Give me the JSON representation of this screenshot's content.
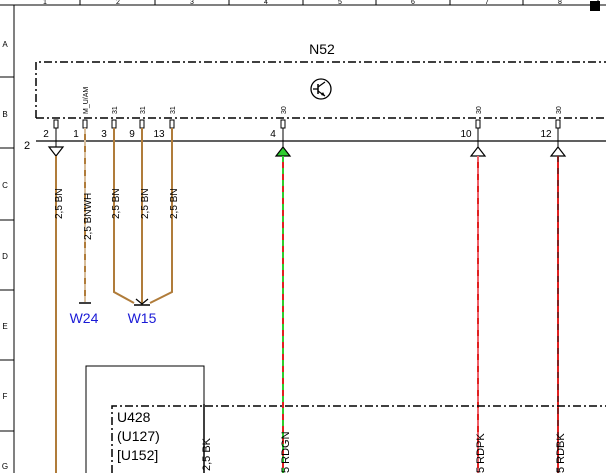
{
  "ruler_top": [
    "1",
    "2",
    "3",
    "4",
    "5",
    "6",
    "7",
    "8"
  ],
  "ruler_left": [
    "A",
    "B",
    "C",
    "D",
    "E",
    "F",
    "G"
  ],
  "component": {
    "name": "N52",
    "row_pin": "2"
  },
  "upper_labels": [
    "M_U/AM",
    "31",
    "31",
    "31",
    "30",
    "30",
    "30"
  ],
  "pins": [
    "2",
    "1",
    "3",
    "9",
    "13",
    "4",
    "10",
    "12"
  ],
  "wires": [
    {
      "label": "2,5 BN",
      "color": "#b07c3a"
    },
    {
      "label": "2,5 BNWH",
      "color": "#b07c3a"
    },
    {
      "label": "2,5 BN",
      "color": "#b07c3a"
    },
    {
      "label": "2,5 BN",
      "color": "#b07c3a"
    },
    {
      "label": "2,5 BN",
      "color": "#b07c3a"
    },
    {
      "label": "5 RDGN",
      "color": "#e02020",
      "stripe": "#2ecc2e"
    },
    {
      "label": "5 RDPK",
      "color": "#e02020",
      "stripe": "#ff9fb0"
    },
    {
      "label": "5 RDBK",
      "color": "#e02020",
      "stripe": "#222222"
    },
    {
      "label": "2,5 BK",
      "color": "#000000"
    }
  ],
  "grounds": [
    "W24",
    "W15"
  ],
  "lower_component": {
    "lines": [
      "U428",
      "(U127)",
      "[U152]"
    ]
  },
  "colors": {
    "brown": "#b07c3a",
    "red": "#e02020",
    "green": "#2ecc2e",
    "link": "#1a1ad6"
  }
}
